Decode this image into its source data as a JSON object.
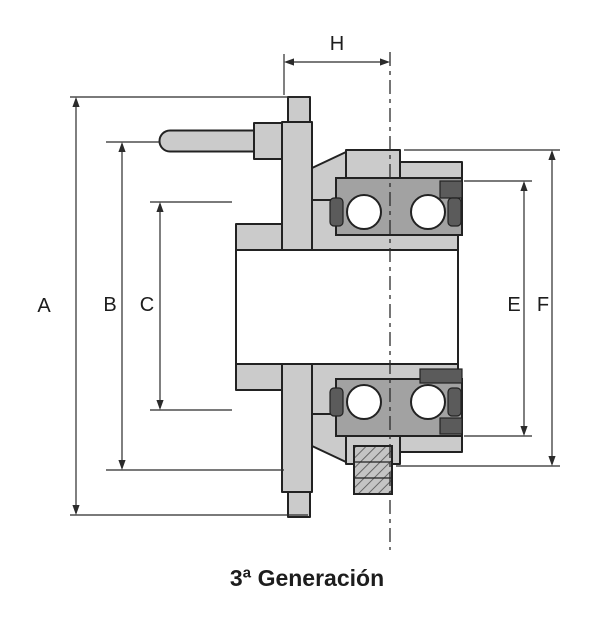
{
  "diagram": {
    "caption": "3ª Generación",
    "labels": {
      "A": "A",
      "B": "B",
      "C": "C",
      "E": "E",
      "F": "F",
      "H": "H"
    },
    "colors": {
      "part_body": "#cbcbcb",
      "bearing_ring": "#a2a2a2",
      "seal_dark": "#5b5b5b",
      "outline": "#222222",
      "dimension_line": "#2b2b2b",
      "text": "#1d1d1d"
    }
  }
}
